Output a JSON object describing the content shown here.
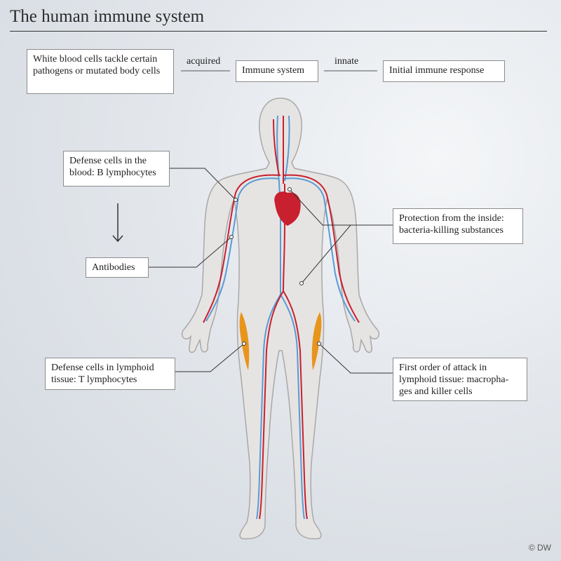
{
  "title": "The human immune system",
  "flow": {
    "left_box": "White blood cells tackle certain pathogens or mutated body cells",
    "left_connector": "acquired",
    "center_box": "Immune system",
    "right_connector": "innate",
    "right_box": "Initial immune response"
  },
  "labels": {
    "b_lymphocytes": "Defense cells in the blood: B lymphocytes",
    "antibodies": "Antibodies",
    "protection": "Protection from the inside: bacteria-killing substances",
    "t_lymphocytes": "Defense cells in lymphoid tissue: T lymphocytes",
    "first_order": "First order of attack in lymphoid tissue: macropha-ges and killer cells"
  },
  "copyright": "© DW",
  "colors": {
    "artery": "#c8202e",
    "vein": "#5a9bd4",
    "heart": "#c8202e",
    "lymph": "#e8951c",
    "body": "#e6e4e3"
  }
}
